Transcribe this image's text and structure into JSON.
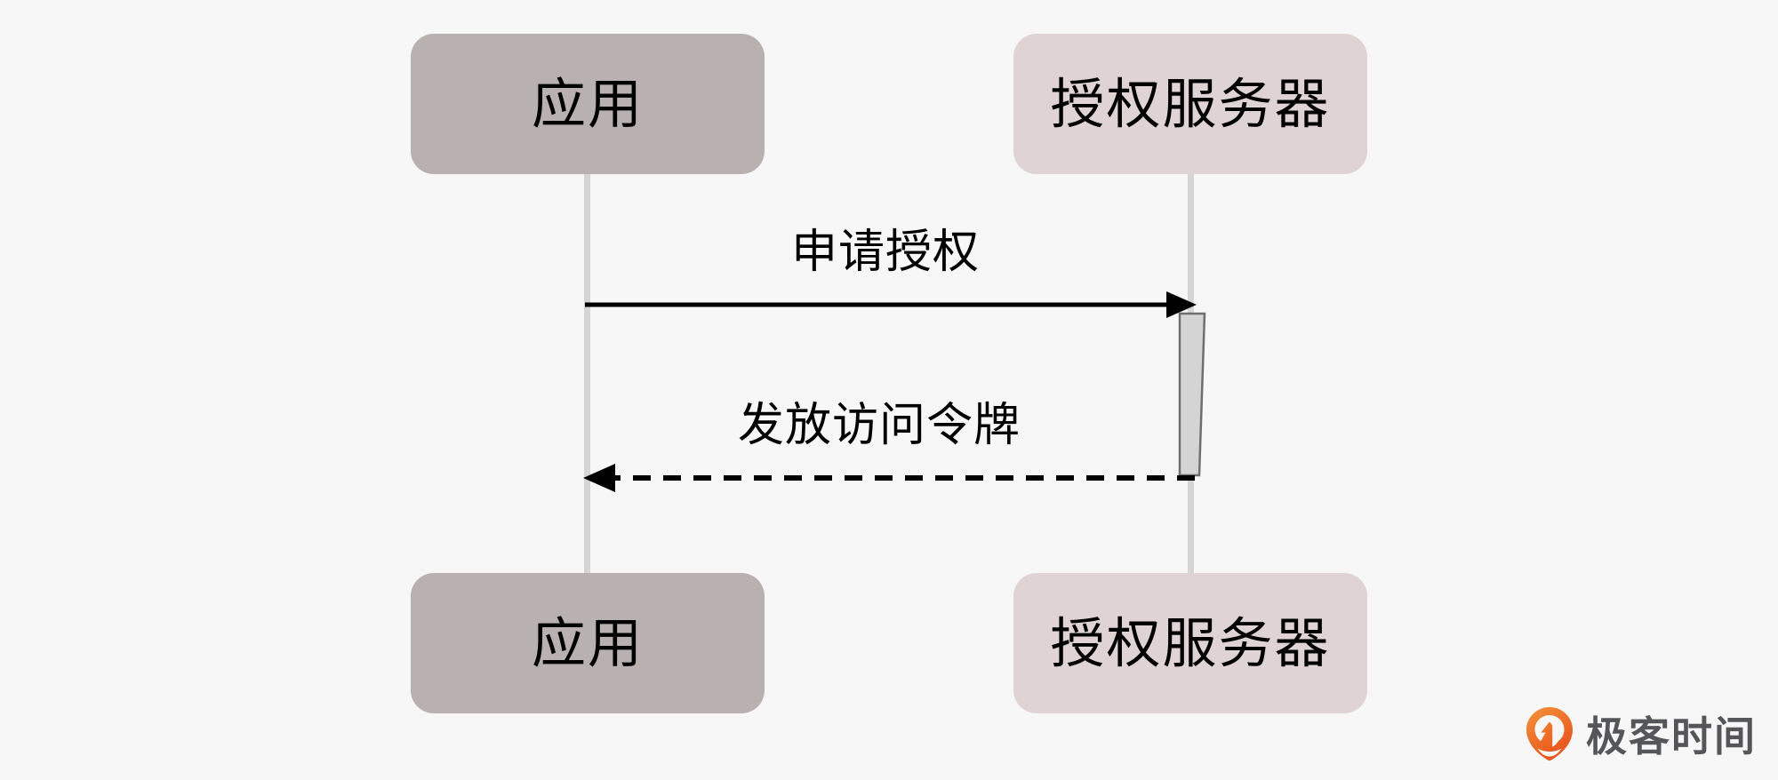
{
  "diagram": {
    "type": "sequence-diagram",
    "background_color": "#f8f7f7",
    "actors": [
      {
        "id": "app",
        "label": "应用",
        "color": "#b9b0b0",
        "lifeline_color": "#d6d4d4"
      },
      {
        "id": "auth_server",
        "label": "授权服务器",
        "color": "#dfd3d3",
        "lifeline_color": "#d6d4d4"
      }
    ],
    "messages": [
      {
        "id": "request",
        "label": "申请授权",
        "from": "app",
        "to": "auth_server",
        "style": "solid",
        "direction": "right",
        "color": "#000000"
      },
      {
        "id": "response",
        "label": "发放访问令牌",
        "from": "auth_server",
        "to": "app",
        "style": "dashed",
        "direction": "left",
        "color": "#000000"
      }
    ],
    "activations": [
      {
        "id": "auth-activation",
        "actor": "auth_server",
        "fill": "#d4d4d4",
        "stroke": "#6f6f6f"
      }
    ]
  },
  "watermark": {
    "text": "极客时间",
    "logo_icon": "geektime-pin-icon",
    "logo_color_start": "#f08b33",
    "logo_color_end": "#e8541f",
    "text_color": "#55565a"
  }
}
